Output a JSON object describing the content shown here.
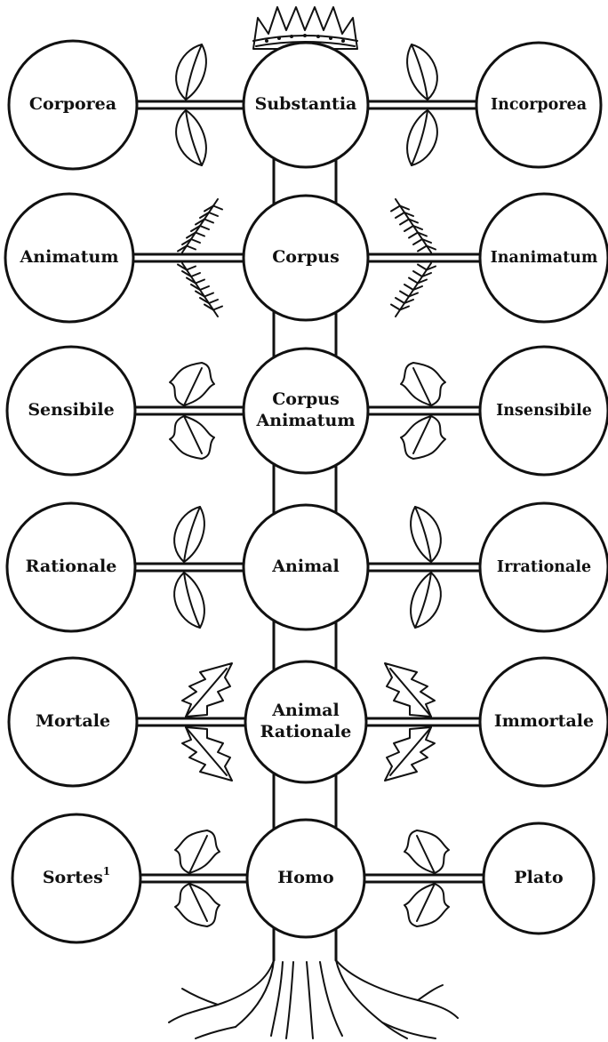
{
  "tree": {
    "levels": [
      {
        "left": "Corporea",
        "center": [
          "Substantia"
        ],
        "right": "Incorporea"
      },
      {
        "left": "Animatum",
        "center": [
          "Corpus"
        ],
        "right": "Inanimatum"
      },
      {
        "left": "Sensibile",
        "center": [
          "Corpus",
          "Animatum"
        ],
        "right": "Insensibile"
      },
      {
        "left": "Rationale",
        "center": [
          "Animal"
        ],
        "right": "Irrationale"
      },
      {
        "left": "Mortale",
        "center": [
          "Animal",
          "Rationale"
        ],
        "right": "Immortale"
      },
      {
        "left": "Sortes",
        "left_sup": "1",
        "center": [
          "Homo"
        ],
        "right": "Plato"
      }
    ]
  },
  "colors": {
    "ink": "#111111",
    "paper": "#ffffff"
  },
  "icons": {
    "top": "crown-icon",
    "bottom": "roots-icon",
    "branch_leaves": [
      "simple-leaf-icon",
      "fern-frond-icon",
      "oak-leaf-icon",
      "simple-leaf-icon",
      "holly-leaf-icon",
      "oak-leaf-icon"
    ]
  }
}
